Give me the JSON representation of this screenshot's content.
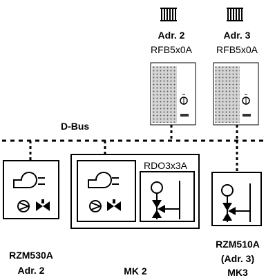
{
  "colors": {
    "ink": "#000000",
    "background": "#ffffff",
    "panel_fill": "#d4d4d4"
  },
  "icons": {
    "radiator": "radiator-icon",
    "fan": "fan-icon",
    "pump": "pump-icon",
    "valve": "two-way-valve-icon",
    "three_way_valve": "three-way-valve-icon"
  },
  "room_units": [
    {
      "address": "Adr. 2",
      "model": "RFB5x0A"
    },
    {
      "address": "Adr. 3",
      "model": "RFB5x0A"
    }
  ],
  "bus": {
    "label": "D-Bus"
  },
  "modules": {
    "central_group": {
      "label": "RDO3x3A",
      "circuit": "MK 2"
    },
    "left_module": {
      "model": "RZM530A",
      "address": "Adr. 2"
    },
    "right_module": {
      "model": "RZM510A",
      "address": "(Adr. 3)",
      "circuit": "MK3"
    }
  }
}
